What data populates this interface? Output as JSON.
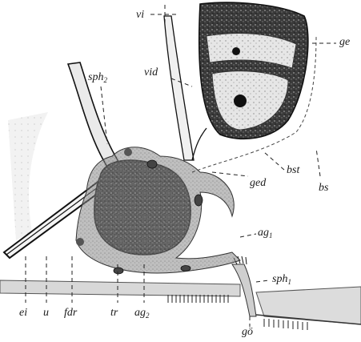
{
  "labels": {
    "vi": {
      "base": "vi",
      "sub": ""
    },
    "ge": {
      "base": "ge",
      "sub": ""
    },
    "vid": {
      "base": "vid",
      "sub": ""
    },
    "sph2": {
      "base": "sph",
      "sub": "2"
    },
    "ged": {
      "base": "ged",
      "sub": ""
    },
    "bst": {
      "base": "bst",
      "sub": ""
    },
    "bs": {
      "base": "bs",
      "sub": ""
    },
    "ag1": {
      "base": "ag",
      "sub": "1"
    },
    "sph1": {
      "base": "sph",
      "sub": "1"
    },
    "ei": {
      "base": "ei",
      "sub": ""
    },
    "u": {
      "base": "u",
      "sub": ""
    },
    "fdr": {
      "base": "fdr",
      "sub": ""
    },
    "tr": {
      "base": "tr",
      "sub": ""
    },
    "ag2": {
      "base": "ag",
      "sub": "2"
    },
    "go": {
      "base": "gö",
      "sub": ""
    }
  }
}
